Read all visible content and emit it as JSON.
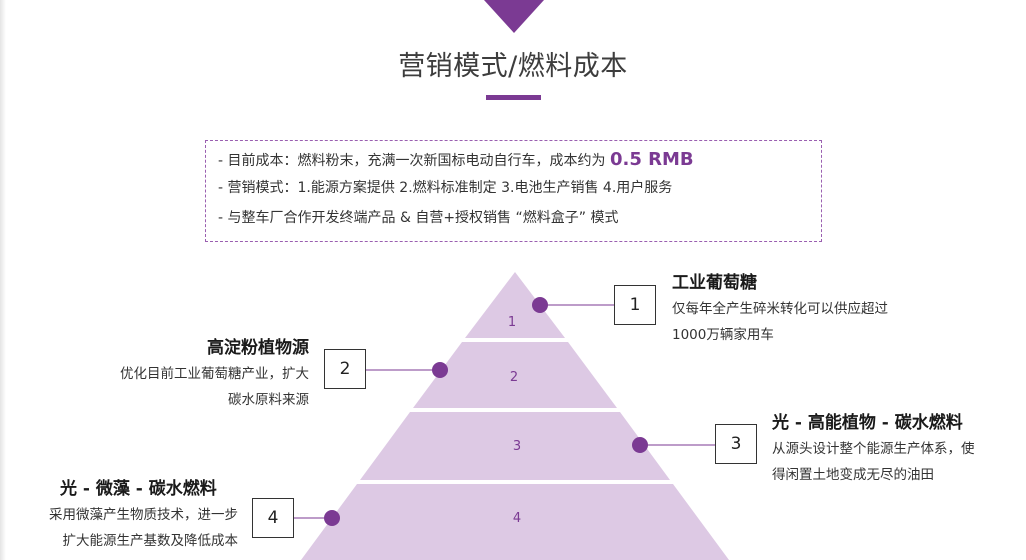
{
  "title": "营销模式/燃料成本",
  "info": {
    "line1_prefix": "- 目前成本：燃料粉末，充满一次新国标电动自行车，成本约为 ",
    "line1_value": "0.5 RMB",
    "line2": "- 营销模式：1.能源方案提供  2.燃料标准制定  3.电池生产销售  4.用户服务",
    "line3": "- 与整车厂合作开发终端产品 & 自营+授权销售 “燃料盒子” 模式"
  },
  "pyramid": {
    "levels": [
      "1",
      "2",
      "3",
      "4"
    ],
    "callouts": [
      {
        "number": "1",
        "heading": "工业葡萄糖",
        "desc_line1": "仅每年全产生碎米转化可以供应超过",
        "desc_line2": "1000万辆家用车"
      },
      {
        "number": "2",
        "heading": "高淀粉植物源",
        "desc_line1": "优化目前工业葡萄糖产业，扩大",
        "desc_line2": "碳水原料来源"
      },
      {
        "number": "3",
        "heading": "光 - 高能植物 - 碳水燃料",
        "desc_line1": "从源头设计整个能源生产体系，使",
        "desc_line2": "得闲置土地变成无尽的油田"
      },
      {
        "number": "4",
        "heading": "光 - 微藻 - 碳水燃料",
        "desc_line1": "采用微藻产生物质技术，进一步",
        "desc_line2": "扩大能源生产基数及降低成本"
      }
    ]
  },
  "colors": {
    "accent": "#7b3a93",
    "pyramid_fill": "#ddc9e4",
    "dot": "#7b3a93"
  }
}
